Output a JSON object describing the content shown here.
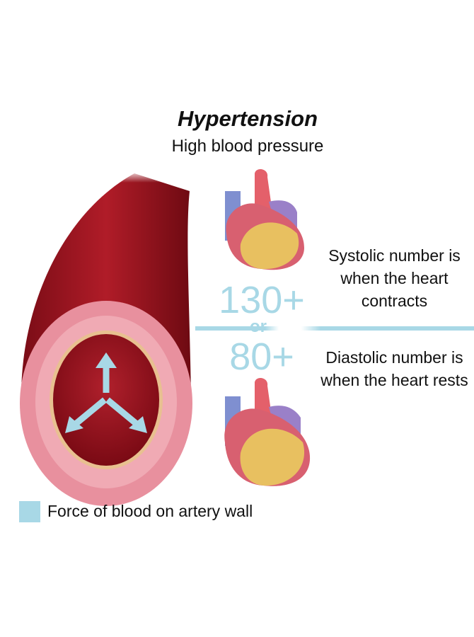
{
  "title": "Hypertension",
  "subtitle": "High blood pressure",
  "systolic": {
    "number": "130+",
    "description": "Systolic number is when the heart contracts"
  },
  "separator": "or",
  "diastolic": {
    "number": "80+",
    "description": "Diastolic number is when the heart rests"
  },
  "legend": {
    "label": "Force of blood on artery wall",
    "color": "#a8d8e6"
  },
  "colors": {
    "artery": "#9a1420",
    "lumen": "#8b0f1a",
    "wall": "#e8909e",
    "arrow": "#a8d8e6"
  }
}
